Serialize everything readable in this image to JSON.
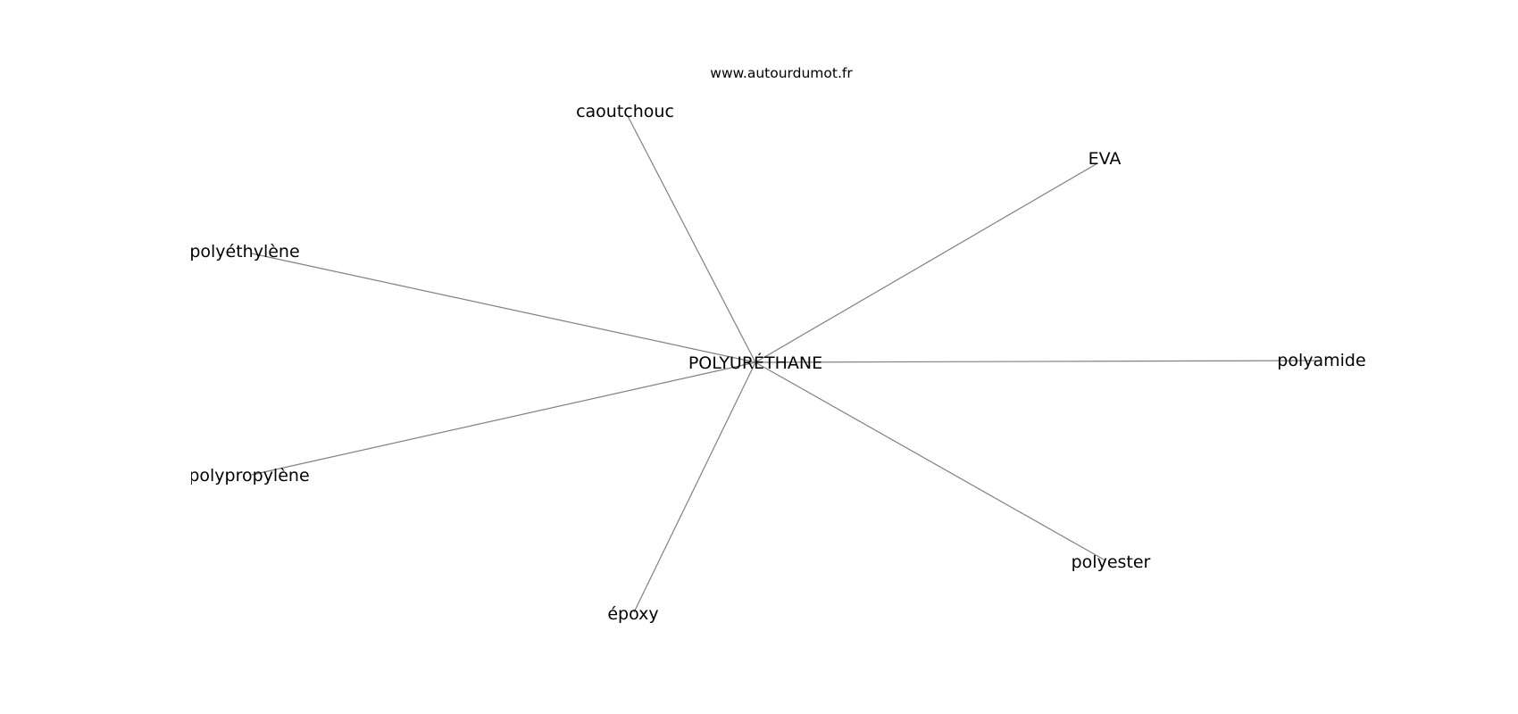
{
  "source": "www.autourdumot.fr",
  "center": {
    "label": "POLYURÉTHANE"
  },
  "nodes": [
    {
      "id": "caoutchouc",
      "label": "caoutchouc"
    },
    {
      "id": "eva",
      "label": "EVA"
    },
    {
      "id": "polyethylene",
      "label": "polyéthylène"
    },
    {
      "id": "polyamide",
      "label": "polyamide"
    },
    {
      "id": "polypropylene",
      "label": "polypropylène"
    },
    {
      "id": "polyester",
      "label": "polyester"
    },
    {
      "id": "epoxy",
      "label": "époxy"
    }
  ],
  "colors": {
    "edge": "#808080",
    "text": "#000000",
    "background": "#ffffff"
  }
}
